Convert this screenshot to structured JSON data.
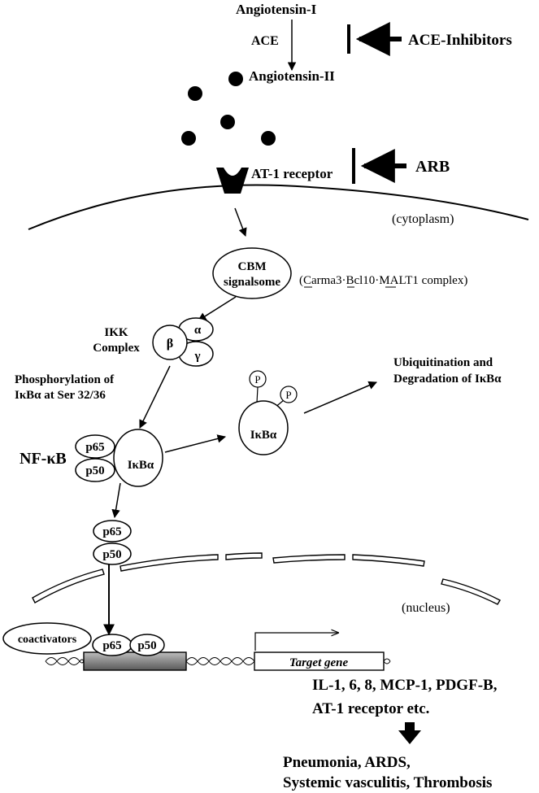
{
  "ras": {
    "angiotensin1": "Angiotensin-I",
    "ace": "ACE",
    "ace_inhibitors": "ACE-Inhibitors",
    "angiotensin2": "Angiotensin-II",
    "at1_receptor": "AT-1 receptor",
    "arb": "ARB"
  },
  "compartments": {
    "cytoplasm": "(cytoplasm)",
    "nucleus": "(nucleus)"
  },
  "cbm": {
    "line1": "CBM",
    "line2": "signalsome",
    "complex_note": "(Carma3·Bcl10·MALT1 complex)"
  },
  "ikk": {
    "title_line1": "IKK",
    "title_line2": "Complex",
    "alpha": "α",
    "beta": "β",
    "gamma": "γ"
  },
  "phosphorylation": {
    "line1": "Phosphorylation of",
    "line2": "IκBα at Ser 32/36"
  },
  "nfkb": {
    "label": "NF-κB",
    "p65": "p65",
    "p50": "p50",
    "ikba": "IκBα"
  },
  "degradation": {
    "phospho": "P",
    "ikba": "IκBα",
    "line1": "Ubiquitination and",
    "line2": "Degradation of IκBα"
  },
  "transcription": {
    "coactivators": "coactivators",
    "p65": "p65",
    "p50": "p50",
    "target_gene": "Target gene"
  },
  "outcome": {
    "genes_line1": "IL-1, 6, 8, MCP-1, PDGF-B,",
    "genes_line2": "AT-1 receptor etc.",
    "disease_line1": "Pneumonia, ARDS,",
    "disease_line2": "Systemic vasculitis, Thrombosis"
  }
}
